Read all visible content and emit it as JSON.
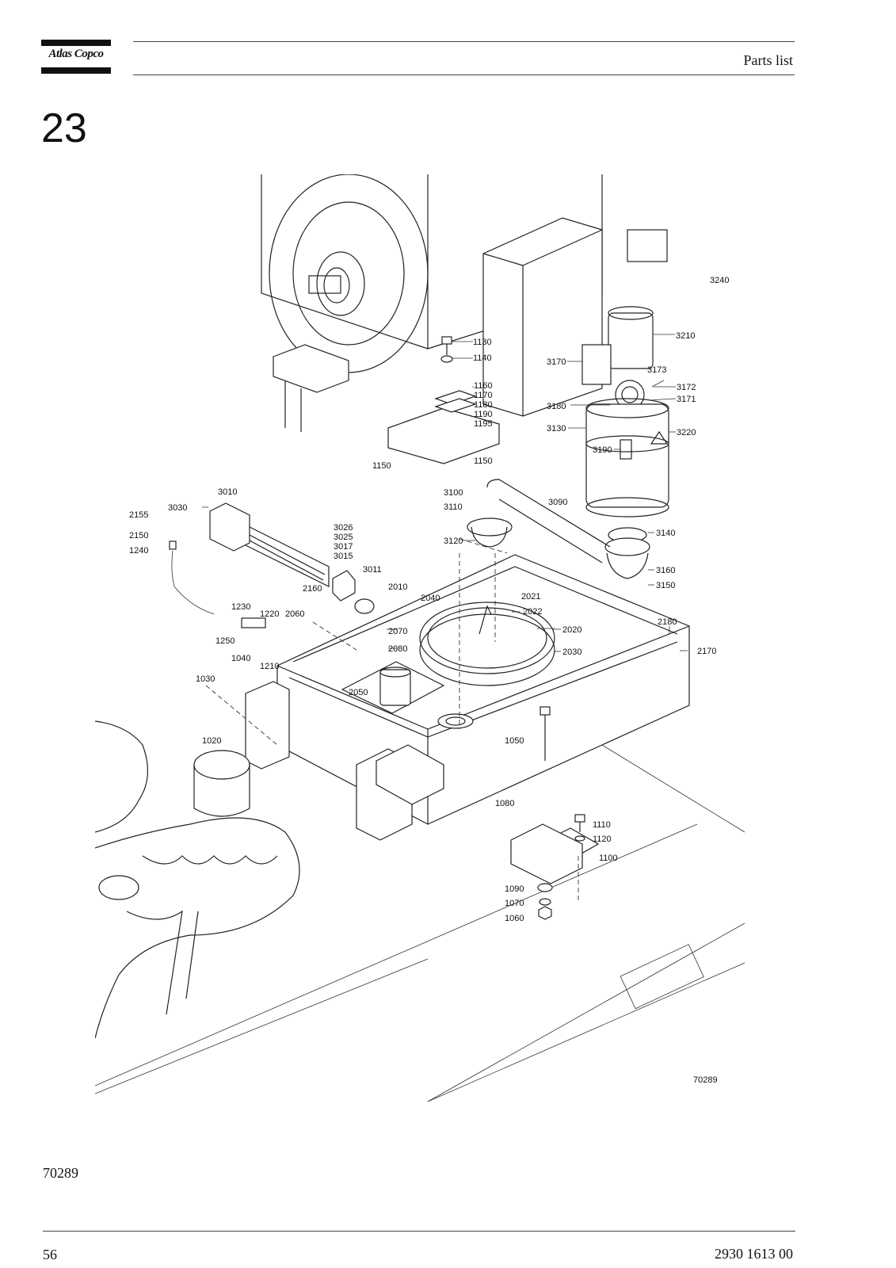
{
  "header": {
    "brand": "Atlas Copco",
    "section_title": "Parts list"
  },
  "section_number": "23",
  "figure": {
    "drawing_number": "70289",
    "callouts": [
      {
        "id": "c3240",
        "label": "3240"
      },
      {
        "id": "c1130",
        "label": "1130"
      },
      {
        "id": "c1140",
        "label": "1140"
      },
      {
        "id": "c3210",
        "label": "3210"
      },
      {
        "id": "c3170",
        "label": "3170"
      },
      {
        "id": "c3173",
        "label": "3173"
      },
      {
        "id": "c3172",
        "label": "3172"
      },
      {
        "id": "c3171",
        "label": "3171"
      },
      {
        "id": "c1160",
        "label": "1160"
      },
      {
        "id": "c1170",
        "label": "1170"
      },
      {
        "id": "c1180",
        "label": "1180"
      },
      {
        "id": "c1190",
        "label": "1190"
      },
      {
        "id": "c1195",
        "label": "1195"
      },
      {
        "id": "c3180",
        "label": "3180"
      },
      {
        "id": "c3130",
        "label": "3130"
      },
      {
        "id": "c3220",
        "label": "3220"
      },
      {
        "id": "c3190",
        "label": "3190"
      },
      {
        "id": "c1150a",
        "label": "1150"
      },
      {
        "id": "c1150b",
        "label": "1150"
      },
      {
        "id": "c3010",
        "label": "3010"
      },
      {
        "id": "c3030",
        "label": "3030"
      },
      {
        "id": "c2155",
        "label": "2155"
      },
      {
        "id": "c2150",
        "label": "2150"
      },
      {
        "id": "c1240",
        "label": "1240"
      },
      {
        "id": "c3100",
        "label": "3100"
      },
      {
        "id": "c3110",
        "label": "3110"
      },
      {
        "id": "c3090",
        "label": "3090"
      },
      {
        "id": "c3026",
        "label": "3026"
      },
      {
        "id": "c3025",
        "label": "3025"
      },
      {
        "id": "c3017",
        "label": "3017"
      },
      {
        "id": "c3015",
        "label": "3015"
      },
      {
        "id": "c3120",
        "label": "3120"
      },
      {
        "id": "c3140",
        "label": "3140"
      },
      {
        "id": "c3011",
        "label": "3011"
      },
      {
        "id": "c2160",
        "label": "2160"
      },
      {
        "id": "c2010",
        "label": "2010"
      },
      {
        "id": "c3160",
        "label": "3160"
      },
      {
        "id": "c3150",
        "label": "3150"
      },
      {
        "id": "c2040",
        "label": "2040"
      },
      {
        "id": "c2021",
        "label": "2021"
      },
      {
        "id": "c2022",
        "label": "2022"
      },
      {
        "id": "c1230",
        "label": "1230"
      },
      {
        "id": "c1220",
        "label": "1220"
      },
      {
        "id": "c2060",
        "label": "2060"
      },
      {
        "id": "c2070",
        "label": "2070"
      },
      {
        "id": "c2020",
        "label": "2020"
      },
      {
        "id": "c2180",
        "label": "2180"
      },
      {
        "id": "c1250",
        "label": "1250"
      },
      {
        "id": "c2170",
        "label": "2170"
      },
      {
        "id": "c2080",
        "label": "2080"
      },
      {
        "id": "c2030",
        "label": "2030"
      },
      {
        "id": "c1040",
        "label": "1040"
      },
      {
        "id": "c1210",
        "label": "1210"
      },
      {
        "id": "c1030",
        "label": "1030"
      },
      {
        "id": "c2050",
        "label": "2050"
      },
      {
        "id": "c1020",
        "label": "1020"
      },
      {
        "id": "c1050",
        "label": "1050"
      },
      {
        "id": "c1080",
        "label": "1080"
      },
      {
        "id": "c1110",
        "label": "1110"
      },
      {
        "id": "c1120",
        "label": "1120"
      },
      {
        "id": "c1100",
        "label": "1100"
      },
      {
        "id": "c1090",
        "label": "1090"
      },
      {
        "id": "c1070",
        "label": "1070"
      },
      {
        "id": "c1060",
        "label": "1060"
      },
      {
        "id": "cdrw",
        "label": "70289"
      }
    ]
  },
  "footer": {
    "figure_reference": "70289",
    "page_number": "56",
    "document_number": "2930 1613 00"
  }
}
